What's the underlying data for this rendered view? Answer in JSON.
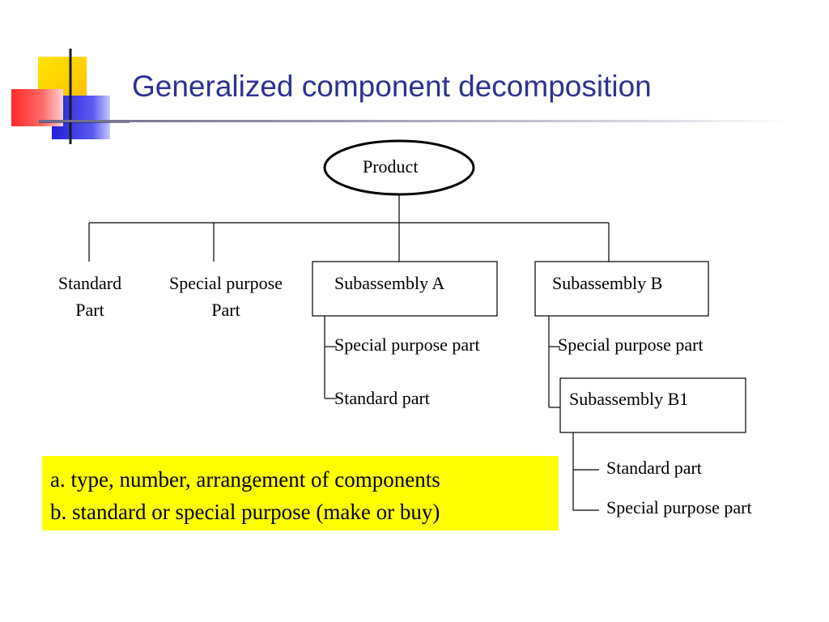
{
  "slide": {
    "title": "Generalized component decomposition"
  },
  "diagram": {
    "root": "Product",
    "level1": [
      {
        "line1": "Standard",
        "line2": "Part"
      },
      {
        "line1": "Special purpose",
        "line2": "Part"
      },
      {
        "label": "Subassembly A"
      },
      {
        "label": "Subassembly B"
      }
    ],
    "subassembly_a_children": [
      "Special purpose part",
      "Standard part"
    ],
    "subassembly_b_children": [
      "Special purpose part",
      "Subassembly B1"
    ],
    "subassembly_b1_children": [
      "Standard part",
      "Special purpose part"
    ]
  },
  "notes": [
    "a. type, number, arrangement of components",
    "b. standard or special purpose (make or buy)"
  ],
  "colors": {
    "title": "#2e3192",
    "note_background": "#ffff00",
    "logo_yellow": "#ffd200",
    "logo_red": "#ff3030",
    "logo_blue": "#2a2adc"
  }
}
